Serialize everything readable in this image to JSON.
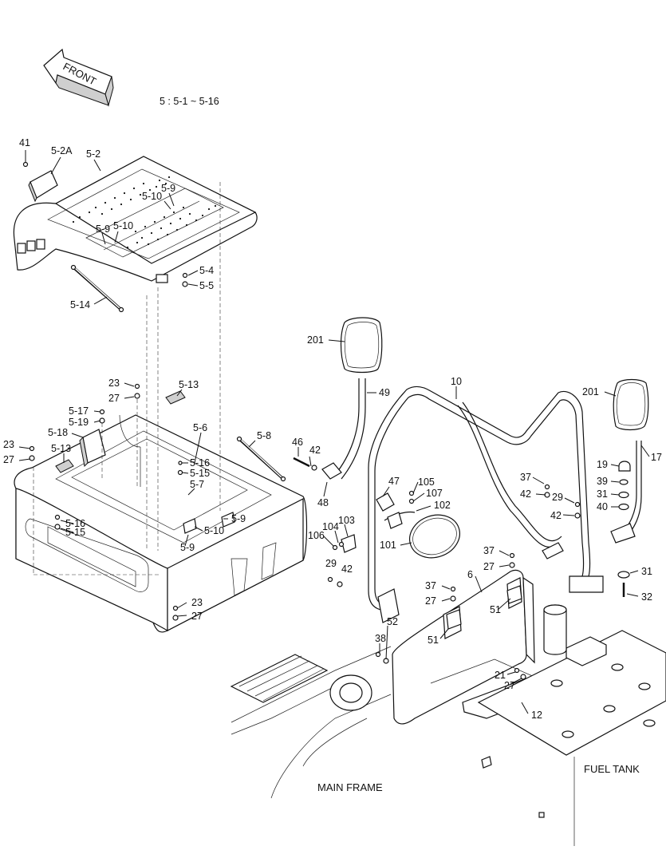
{
  "header": {
    "front_label": "FRONT",
    "range_note": "5 : 5-1 ~ 5-16"
  },
  "labels": {
    "main_frame": "MAIN FRAME",
    "fuel_tank": "FUEL TANK"
  },
  "callouts": [
    {
      "id": "c-41",
      "text": "41"
    },
    {
      "id": "c-5-2a",
      "text": "5-2A"
    },
    {
      "id": "c-5-2",
      "text": "5-2"
    },
    {
      "id": "c-5-9-a",
      "text": "5-9"
    },
    {
      "id": "c-5-10-a",
      "text": "5-10"
    },
    {
      "id": "c-5-9-b",
      "text": "5-9"
    },
    {
      "id": "c-5-10-b",
      "text": "5-10"
    },
    {
      "id": "c-5-4",
      "text": "5-4"
    },
    {
      "id": "c-5-5",
      "text": "5-5"
    },
    {
      "id": "c-5-14",
      "text": "5-14"
    },
    {
      "id": "c-201-a",
      "text": "201"
    },
    {
      "id": "c-10",
      "text": "10"
    },
    {
      "id": "c-49",
      "text": "49"
    },
    {
      "id": "c-201-b",
      "text": "201"
    },
    {
      "id": "c-23-a",
      "text": "23"
    },
    {
      "id": "c-27-a",
      "text": "27"
    },
    {
      "id": "c-5-13-a",
      "text": "5-13"
    },
    {
      "id": "c-5-17",
      "text": "5-17"
    },
    {
      "id": "c-5-19",
      "text": "5-19"
    },
    {
      "id": "c-5-18",
      "text": "5-18"
    },
    {
      "id": "c-5-6",
      "text": "5-6"
    },
    {
      "id": "c-5-8",
      "text": "5-8"
    },
    {
      "id": "c-23-b",
      "text": "23"
    },
    {
      "id": "c-27-b",
      "text": "27"
    },
    {
      "id": "c-5-13-b",
      "text": "5-13"
    },
    {
      "id": "c-5-16-a",
      "text": "5-16"
    },
    {
      "id": "c-5-15-a",
      "text": "5-15"
    },
    {
      "id": "c-5-7",
      "text": "5-7"
    },
    {
      "id": "c-46",
      "text": "46"
    },
    {
      "id": "c-42-a",
      "text": "42"
    },
    {
      "id": "c-48",
      "text": "48"
    },
    {
      "id": "c-47",
      "text": "47"
    },
    {
      "id": "c-105",
      "text": "105"
    },
    {
      "id": "c-107",
      "text": "107"
    },
    {
      "id": "c-102",
      "text": "102"
    },
    {
      "id": "c-5-9-c",
      "text": "5-9"
    },
    {
      "id": "c-5-10-c",
      "text": "5-10"
    },
    {
      "id": "c-5-9-d",
      "text": "5-9"
    },
    {
      "id": "c-5-16-b",
      "text": "5-16"
    },
    {
      "id": "c-5-15-b",
      "text": "5-15"
    },
    {
      "id": "c-103",
      "text": "103"
    },
    {
      "id": "c-104",
      "text": "104"
    },
    {
      "id": "c-106",
      "text": "106"
    },
    {
      "id": "c-101",
      "text": "101"
    },
    {
      "id": "c-37-a",
      "text": "37"
    },
    {
      "id": "c-42-b",
      "text": "42"
    },
    {
      "id": "c-29-a",
      "text": "29"
    },
    {
      "id": "c-42-c",
      "text": "42"
    },
    {
      "id": "c-19",
      "text": "19"
    },
    {
      "id": "c-17",
      "text": "17"
    },
    {
      "id": "c-39",
      "text": "39"
    },
    {
      "id": "c-31-a",
      "text": "31"
    },
    {
      "id": "c-40",
      "text": "40"
    },
    {
      "id": "c-29-b",
      "text": "29"
    },
    {
      "id": "c-42-d",
      "text": "42"
    },
    {
      "id": "c-37-b",
      "text": "37"
    },
    {
      "id": "c-27-c",
      "text": "27"
    },
    {
      "id": "c-31-b",
      "text": "31"
    },
    {
      "id": "c-32",
      "text": "32"
    },
    {
      "id": "c-37-c",
      "text": "37"
    },
    {
      "id": "c-6",
      "text": "6"
    },
    {
      "id": "c-27-d",
      "text": "27"
    },
    {
      "id": "c-51-a",
      "text": "51"
    },
    {
      "id": "c-51-b",
      "text": "51"
    },
    {
      "id": "c-23-c",
      "text": "23"
    },
    {
      "id": "c-27-e",
      "text": "27"
    },
    {
      "id": "c-38",
      "text": "38"
    },
    {
      "id": "c-52",
      "text": "52"
    },
    {
      "id": "c-21",
      "text": "21"
    },
    {
      "id": "c-27-f",
      "text": "27"
    },
    {
      "id": "c-12",
      "text": "12"
    }
  ]
}
